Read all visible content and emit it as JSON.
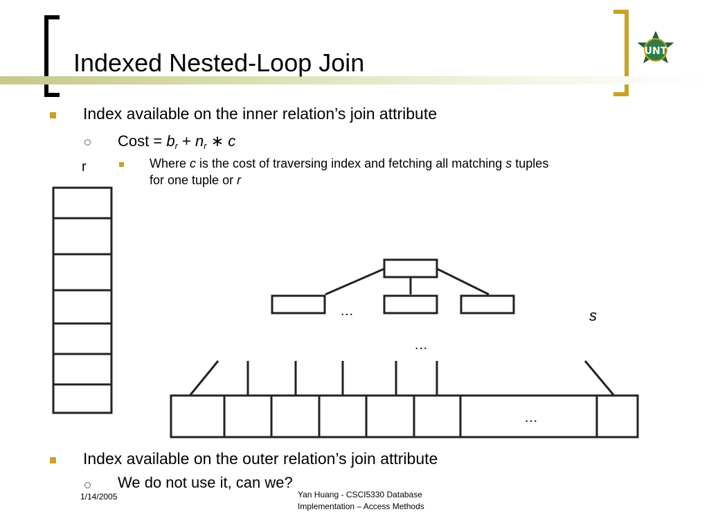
{
  "title": "Indexed Nested-Loop Join",
  "bullets": {
    "b1": "Index available on the inner relation’s join attribute",
    "cost_label": "Cost = ",
    "cost_b": "b",
    "cost_r1": "r",
    "cost_plus": " + ",
    "cost_n": "n",
    "cost_r2": "r",
    "cost_star": " ∗ ",
    "cost_c": "c",
    "where_1": "Where ",
    "where_c": "c",
    "where_2": " is the cost of traversing index and fetching all matching ",
    "where_s": "s",
    "where_3": " tuples",
    "where_line2a": "for one tuple or ",
    "where_r": "r",
    "b2": "Index available on the outer relation’s join attribute",
    "b2_sub": "We do not use it, can we?"
  },
  "diagram": {
    "r_label": "r",
    "s_label": "s",
    "ellipsis_mid": "…",
    "ellipsis_inner": "…",
    "ellipsis_leaf": "…"
  },
  "footer": {
    "date": "1/14/2005",
    "line1": "Yan Huang - CSCI5330 Database",
    "line2": "Implementation – Access Methods"
  },
  "colors": {
    "accent": "#c9a227",
    "title_bar": "#c6c98a",
    "logo_green": "#1f6b3a"
  },
  "icons": [
    "unt-logo",
    "bullet-square",
    "bullet-circle"
  ]
}
